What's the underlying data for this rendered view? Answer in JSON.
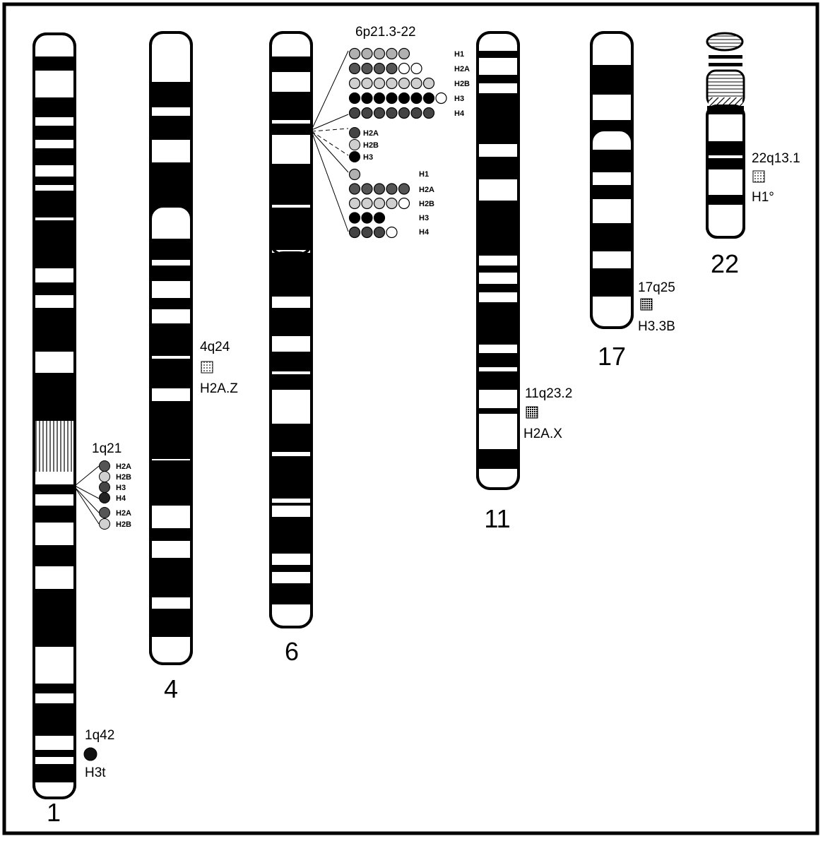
{
  "chromosomes": [
    {
      "number": "1"
    },
    {
      "number": "4"
    },
    {
      "number": "6"
    },
    {
      "number": "11"
    },
    {
      "number": "17"
    },
    {
      "number": "22"
    }
  ],
  "loci": {
    "c1_q21": {
      "band": "1q21",
      "genes": [
        "H2A",
        "H2B",
        "H3",
        "H4",
        "H2A",
        "H2B"
      ]
    },
    "c1_q42": {
      "band": "1q42",
      "gene": "H3t"
    },
    "c4_q24": {
      "band": "4q24",
      "gene": "H2A.Z"
    },
    "c6_p21": {
      "band": "6p21.3-22",
      "upper": [
        "H1",
        "H2A",
        "H2B",
        "H3",
        "H4"
      ],
      "middle": [
        "H2A",
        "H2B",
        "H3"
      ],
      "lower": [
        "H1",
        "H2A",
        "H2B",
        "H3",
        "H4"
      ]
    },
    "c11_q23": {
      "band": "11q23.2",
      "gene": "H2A.X"
    },
    "c17_q25": {
      "band": "17q25",
      "gene": "H3.3B"
    },
    "c22_q13": {
      "band": "22q13.1",
      "gene": "H1°"
    }
  },
  "colors": {
    "H1": "#b0b0b0",
    "H2A": "#555555",
    "H2B": "#cfcfcf",
    "H3": "#000000",
    "H4": "#444444",
    "open": "#ffffff",
    "frame": "#000000"
  },
  "cluster_counts": {
    "upper": {
      "H1": [
        5,
        0
      ],
      "H2A": [
        4,
        2
      ],
      "H2B": [
        7,
        0
      ],
      "H3": [
        7,
        1
      ],
      "H4": [
        7,
        0
      ]
    },
    "lower": {
      "H1": [
        1,
        0
      ],
      "H2A": [
        5,
        0
      ],
      "H2B": [
        4,
        1
      ],
      "H3": [
        3,
        0
      ],
      "H4": [
        3,
        1
      ]
    }
  }
}
